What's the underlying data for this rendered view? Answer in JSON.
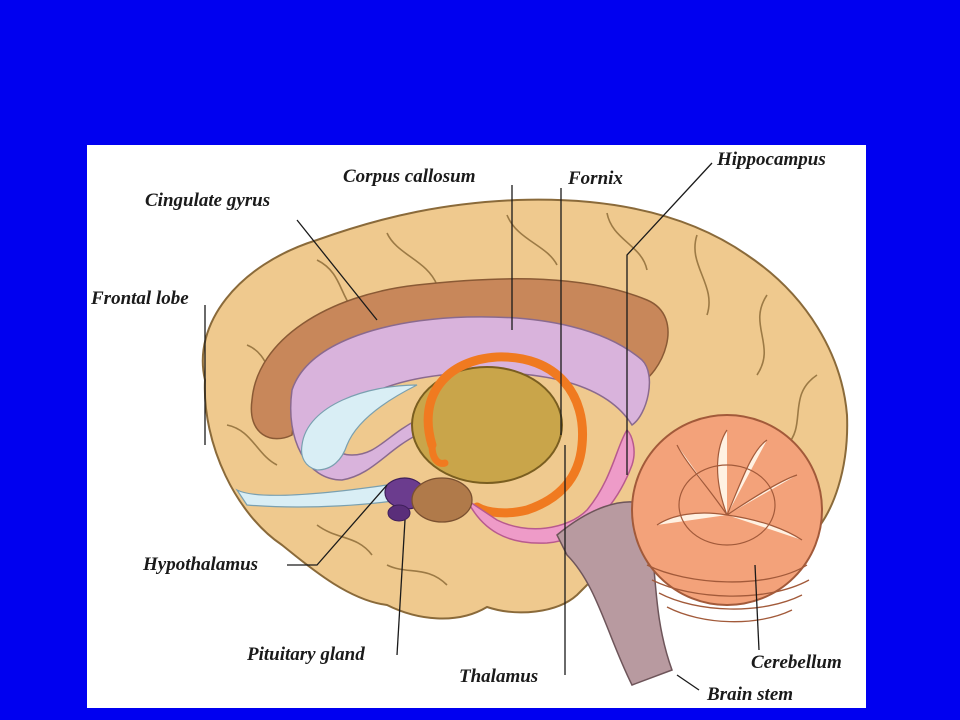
{
  "slide": {
    "background": "#0000F0",
    "panel_background": "#FFFFFF"
  },
  "labels": {
    "cingulate_gyrus": "Cingulate gyrus",
    "corpus_callosum": "Corpus callosum",
    "fornix": "Fornix",
    "hippocampus": "Hippocampus",
    "frontal_lobe": "Frontal lobe",
    "hypothalamus": "Hypothalamus",
    "pituitary_gland": "Pituitary gland",
    "thalamus": "Thalamus",
    "cerebellum": "Cerebellum",
    "brain_stem": "Brain stem"
  },
  "colors": {
    "cortex": "#EFC98E",
    "cortex_outline": "#8a6a3a",
    "cingulate": "#C8875A",
    "corpus_callosum": "#D9B3DC",
    "fornix": "#F07A20",
    "thalamus": "#C9A54A",
    "hippocampus_pink": "#EE9BC8",
    "cerebellum": "#F3A27A",
    "brain_stem": "#B89AA0",
    "hypothalamus": "#6B3C8E",
    "ventricle": "#D9EEF5"
  }
}
